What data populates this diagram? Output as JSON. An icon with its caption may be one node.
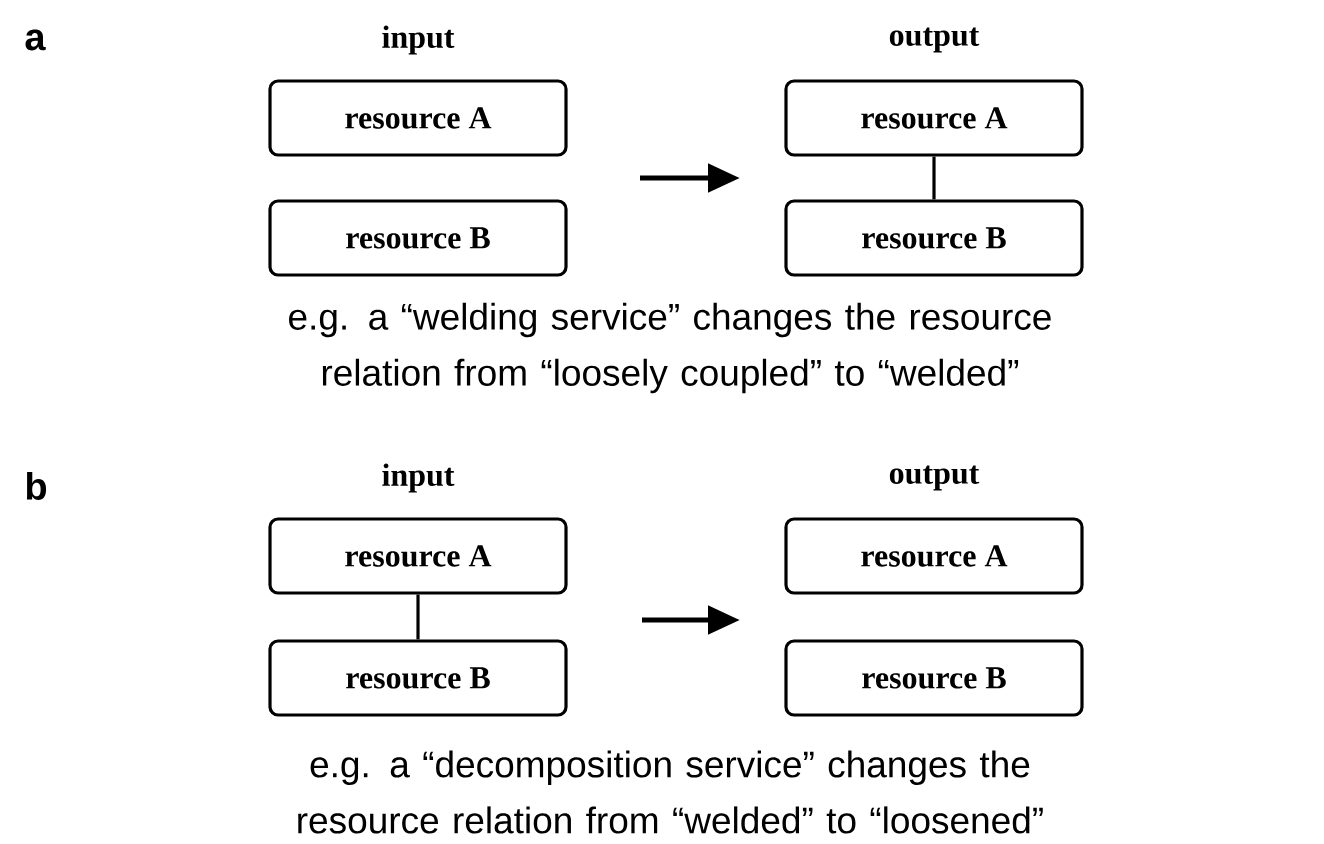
{
  "diagram": {
    "nodes": [
      {
        "text": [
          "resource A"
        ]
      },
      {
        "text": [
          "resource B"
        ]
      },
      {
        "text": [
          "resource A"
        ]
      },
      {
        "text": [
          "resource B"
        ]
      },
      {
        "text": [
          "resource A"
        ]
      },
      {
        "text": [
          "resource B"
        ]
      },
      {
        "text": [
          "resource A"
        ]
      },
      {
        "text": [
          "resource B"
        ]
      }
    ],
    "edges": [
      {
        "from": 2,
        "to": 3,
        "arrow": "none"
      },
      {
        "from": 4,
        "to": 5,
        "arrow": "none"
      }
    ],
    "labels": [
      "a",
      "input",
      "output",
      "e.g. a “welding service” changes the resource relation from “loosely coupled” to “welded”",
      "b",
      "input",
      "output",
      "e.g. a “decomposition service” changes the resource relation from “welded” to “loosened”"
    ]
  }
}
